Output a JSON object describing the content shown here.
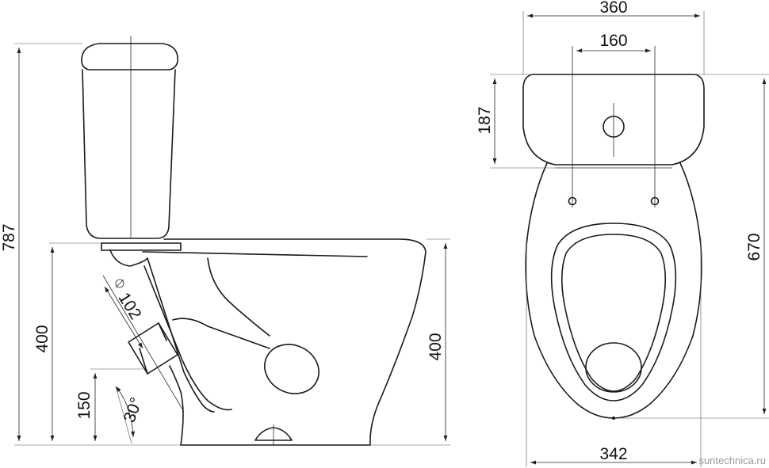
{
  "side_view": {
    "overall_height": "787",
    "bowl_height_left": "400",
    "bowl_height_right": "400",
    "outlet_diameter": "102",
    "outlet_height": "150",
    "outlet_angle": "30°",
    "diameter_symbol": "⌀"
  },
  "top_view": {
    "tank_width": "360",
    "hole_spacing": "160",
    "tank_depth": "187",
    "total_length": "670",
    "bowl_width": "342"
  },
  "watermark": "suntechnica.ru"
}
